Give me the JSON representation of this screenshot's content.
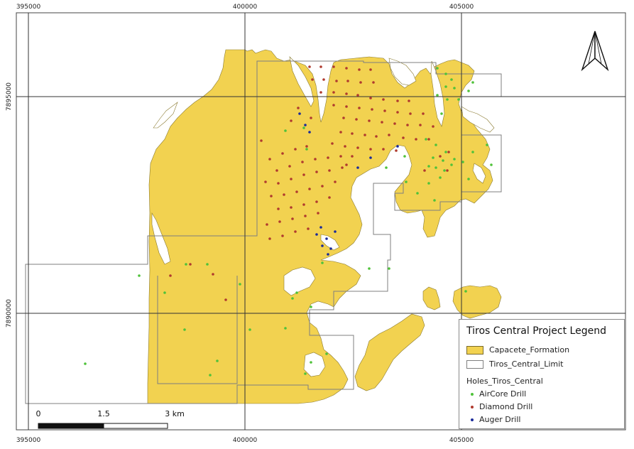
{
  "grid": {
    "x_labels": [
      "395000",
      "400000",
      "405000"
    ],
    "y_labels": [
      "7895000",
      "7890000"
    ]
  },
  "legend": {
    "title": "Tiros Central Project Legend",
    "layers": [
      {
        "label": "Capacete_Formation",
        "fill": "#f2d250",
        "stroke": "#7a6a2a"
      },
      {
        "label": "Tiros_Central_Limit",
        "fill": "#ffffff",
        "stroke": "#7f7f7f"
      }
    ],
    "group_title": "Holes_Tiros_Central",
    "holes": [
      {
        "label": "AirCore Drill",
        "color": "#4fc23a"
      },
      {
        "label": "Diamond Drill",
        "color": "#b03a2e"
      },
      {
        "label": "Auger Drill",
        "color": "#1a2a9a"
      }
    ]
  },
  "scale_bar": {
    "labels": [
      "0",
      "1.5",
      "3 km"
    ]
  },
  "north_arrow": {
    "icon": "north-arrow-icon"
  },
  "colors": {
    "formation": "#f2d250",
    "formation_edge": "#8a7a30",
    "grid": "#333333",
    "limit": "#7f7f7f"
  }
}
